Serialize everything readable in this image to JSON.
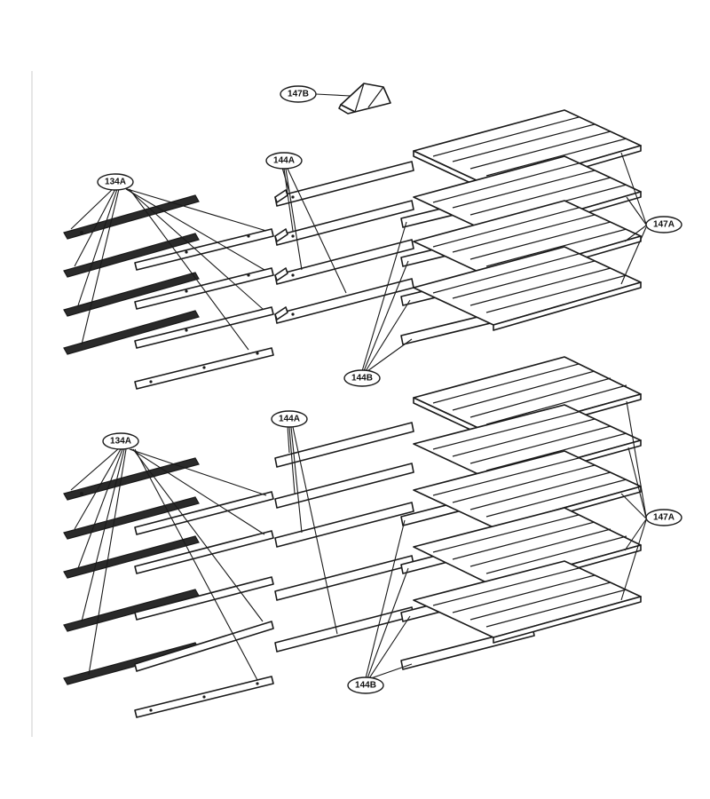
{
  "callouts": {
    "c147b": "147B",
    "c134a_top": "134A",
    "c144a_top": "144A",
    "c147a_top": "147A",
    "c144b_top": "144B",
    "c134a_bottom": "134A",
    "c144a_bottom": "144A",
    "c147a_bottom": "147A",
    "c144b_bottom": "144B"
  }
}
